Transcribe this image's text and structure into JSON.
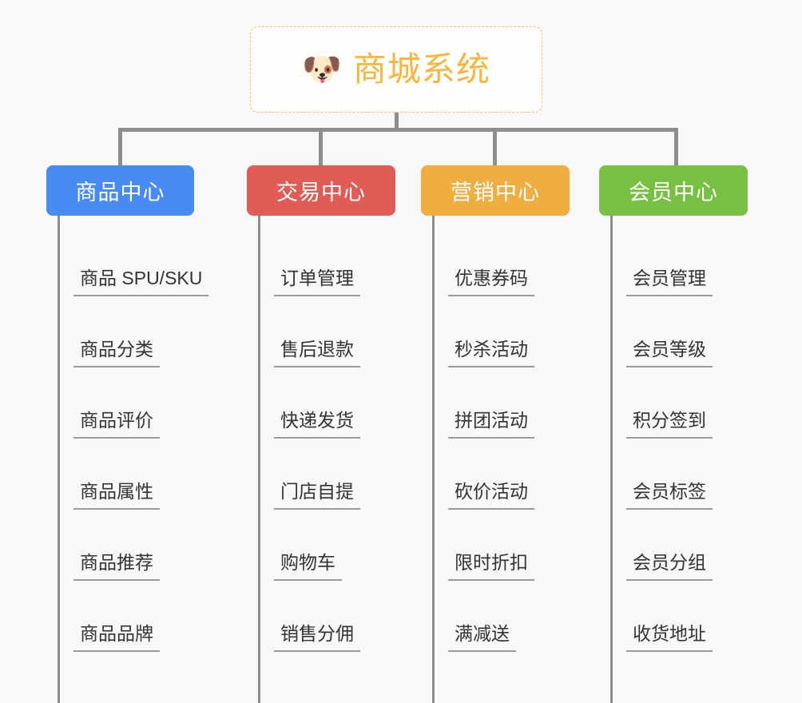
{
  "root": {
    "icon": "dog-face-icon",
    "emoji": "🐶",
    "title": "商城系统"
  },
  "colors": {
    "background": "#f8f8f8",
    "root_border": "#f0c070",
    "root_text": "#f5b642",
    "connector": "#8e8e8e",
    "leaf_text": "#333333",
    "leaf_underline": "#9a9a9a",
    "branch_blue": "#4a8bf2",
    "branch_red": "#e05c57",
    "branch_orange": "#eeae42",
    "branch_green": "#78c044"
  },
  "branches": [
    {
      "label": "商品中心",
      "color": "#4a8bf2",
      "items": [
        {
          "label": "商品 SPU/SKU"
        },
        {
          "label": "商品分类"
        },
        {
          "label": "商品评价"
        },
        {
          "label": "商品属性"
        },
        {
          "label": "商品推荐"
        },
        {
          "label": "商品品牌"
        }
      ]
    },
    {
      "label": "交易中心",
      "color": "#e05c57",
      "items": [
        {
          "label": "订单管理"
        },
        {
          "label": "售后退款"
        },
        {
          "label": "快递发货"
        },
        {
          "label": "门店自提"
        },
        {
          "label": "购物车"
        },
        {
          "label": "销售分佣"
        }
      ]
    },
    {
      "label": "营销中心",
      "color": "#eeae42",
      "items": [
        {
          "label": "优惠券码"
        },
        {
          "label": "秒杀活动"
        },
        {
          "label": "拼团活动"
        },
        {
          "label": "砍价活动"
        },
        {
          "label": "限时折扣"
        },
        {
          "label": "满减送"
        }
      ]
    },
    {
      "label": "会员中心",
      "color": "#78c044",
      "items": [
        {
          "label": "会员管理"
        },
        {
          "label": "会员等级"
        },
        {
          "label": "积分签到"
        },
        {
          "label": "会员标签"
        },
        {
          "label": "会员分组"
        },
        {
          "label": "收货地址"
        }
      ]
    }
  ]
}
